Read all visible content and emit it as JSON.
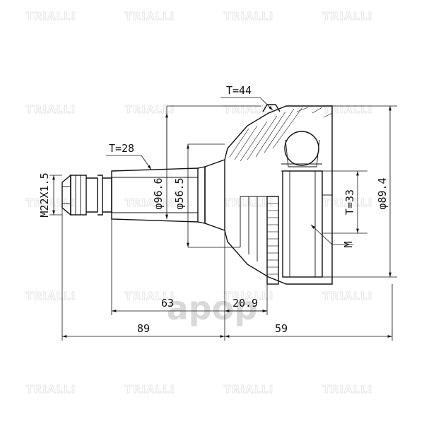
{
  "watermark": {
    "text": "TRIALLI",
    "brand": "apop"
  },
  "dimensions": {
    "thread": "M22X1.5",
    "t_spline_outer": "T=44",
    "t_spline_shaft": "T=28",
    "dia_shaft": "φ96.6",
    "dia_seat": "φ56.5",
    "t_spline_inner": "T=33",
    "dia_outer": "φ89.4",
    "m_label": "M",
    "len_63": "63",
    "len_20_9": "20.9",
    "len_89": "89",
    "len_59": "59"
  }
}
